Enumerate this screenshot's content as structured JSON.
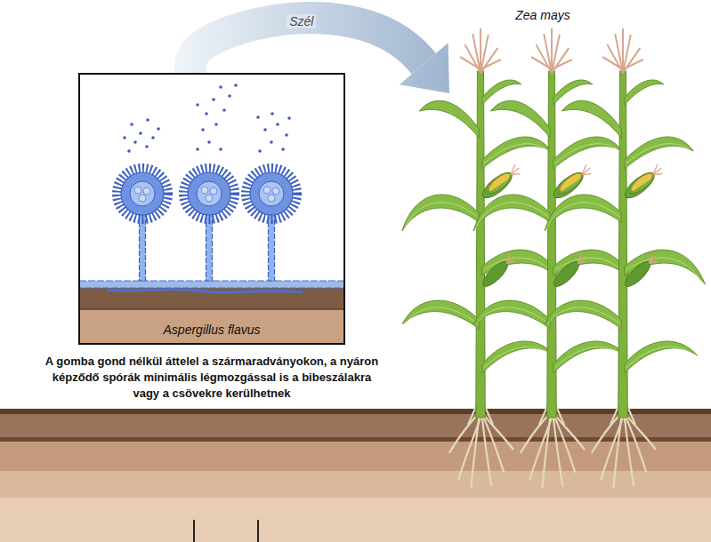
{
  "diagram": {
    "nodes": [
      {
        "text": [
          "Aspergillus flavus",
          "A gomba gond nélkül áttelel a szármaradványokon, a nyáron képződő spórák minimális légmozgással is a bibeszálakra vagy a csövekre kerülhetnek"
        ]
      },
      {
        "text": [
          "Zea mays"
        ]
      }
    ],
    "edges": [
      {
        "from": 0,
        "to": 1,
        "arrow": "to",
        "label": "Szél"
      }
    ]
  }
}
